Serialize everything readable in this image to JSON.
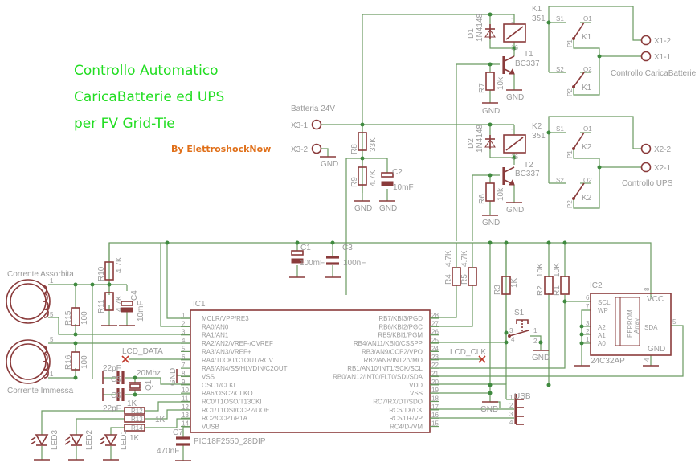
{
  "title": {
    "line1": "Controllo Automatico",
    "line2": "CaricaBatterie ed UPS",
    "line3": "per FV Grid-Tie",
    "author": "By ElettroshockNow",
    "color": "#22dd22",
    "author_color": "#e0701a"
  },
  "colors": {
    "wire": "#6a9a60",
    "part": "#8a3b3b",
    "junction": "#3f8a3f",
    "label": "#9a9a9a"
  },
  "gnd": "GND",
  "battery": {
    "label": "Batteria 24V",
    "x1": "X3-1",
    "x2": "X3-2"
  },
  "r8": {
    "name": "R8",
    "value": "33K"
  },
  "r9": {
    "name": "R9",
    "value": "4.7K"
  },
  "c2": {
    "name": "C2",
    "value": "10mF"
  },
  "relay1": {
    "name": "K1",
    "value": "351",
    "pin1": "1",
    "pin16": "16"
  },
  "d1": {
    "name": "D1",
    "value": "1N4148"
  },
  "t1": {
    "name": "T1",
    "value": "BC337"
  },
  "r7": {
    "name": "R7",
    "value": "10k"
  },
  "relay2": {
    "name": "K2",
    "value": "351",
    "pin1": "1",
    "pin16": "16"
  },
  "d2": {
    "name": "D2",
    "value": "1N4148"
  },
  "t2": {
    "name": "T2",
    "value": "BC337"
  },
  "r6": {
    "name": "R6",
    "value": "10k"
  },
  "contacts1": {
    "s1": "S1",
    "o1": "O1",
    "p1": "P1",
    "s2": "S2",
    "o2": "O2",
    "p2": "P2",
    "k": "K1",
    "x2": "X1-2",
    "x1": "X1-1",
    "label": "Controllo CaricaBatterie"
  },
  "contacts2": {
    "s1": "S1",
    "o1": "O1",
    "p1": "P1",
    "s2": "S2",
    "o2": "O2",
    "p2": "P2",
    "k": "K2",
    "x2": "X2-2",
    "x1": "X2-1",
    "label": "Controllo UPS"
  },
  "c1": {
    "name": "C1",
    "value": "100mF"
  },
  "c3": {
    "name": "C3",
    "value": "100nF"
  },
  "r4": {
    "name": "R4",
    "value": "4.7K"
  },
  "r5": {
    "name": "R5",
    "value": "4.7K"
  },
  "r3": {
    "name": "R3",
    "value": "1K"
  },
  "r2": {
    "name": "R2",
    "value": "10K"
  },
  "r1": {
    "name": "R1",
    "value": "10K"
  },
  "r10": {
    "name": "R10",
    "value": "4.7K"
  },
  "r11": {
    "name": "R11",
    "value": "4.7K"
  },
  "c4": {
    "name": "C4",
    "value": "10mF"
  },
  "r15": {
    "name": "R15",
    "value": "100"
  },
  "r16": {
    "name": "R16",
    "value": "100"
  },
  "ct1": {
    "label": "Corrente Assorbita",
    "pin1": "1",
    "pin5": "5"
  },
  "ct2": {
    "label": "Corrente Immessa",
    "pin1": "1",
    "pin5": "5"
  },
  "lcd_data": "LCD_DATA",
  "lcd_clk": "LCD_CLK",
  "crystal": {
    "name": "Q1",
    "value": "20Mhz"
  },
  "c5": {
    "name": "C5",
    "value": "22pF"
  },
  "c6": {
    "name": "C6",
    "value": "22pF"
  },
  "c7": {
    "name": "C7",
    "value": "470nF"
  },
  "r12": {
    "name": "R12",
    "value": "1K"
  },
  "r13": {
    "name": "R13",
    "value": "1K"
  },
  "r14": {
    "name": "R14",
    "value": "1K"
  },
  "leds": [
    "LED3",
    "LED2",
    "LED1"
  ],
  "s1": {
    "name": "S1",
    "pins": [
      "3",
      "4",
      "1",
      "2"
    ]
  },
  "ic1": {
    "name": "IC1",
    "part": "PIC18F2550_28DIP",
    "left_pins": [
      {
        "num": "1",
        "name": "MCLR/VPP/RE3"
      },
      {
        "num": "2",
        "name": "RA0/AN0"
      },
      {
        "num": "3",
        "name": "RA1/AN1"
      },
      {
        "num": "4",
        "name": "RA2/AN2/VREF-/CVREF"
      },
      {
        "num": "5",
        "name": "RA3/AN3/VREF+"
      },
      {
        "num": "6",
        "name": "RA4/T0CKI/C1OUT/RCV"
      },
      {
        "num": "7",
        "name": "RA5/AN4/SS/HLVDIN/C2OUT"
      },
      {
        "num": "8",
        "name": "VSS"
      },
      {
        "num": "9",
        "name": "OSC1/CLKI"
      },
      {
        "num": "10",
        "name": "RA6/OSC2/CLKO"
      },
      {
        "num": "11",
        "name": "RC0/T1OSO/T13CKI"
      },
      {
        "num": "12",
        "name": "RC1/T1OSI/CCP2/UOE"
      },
      {
        "num": "13",
        "name": "RC2/CCP1/P1A"
      },
      {
        "num": "14",
        "name": "VUSB"
      }
    ],
    "right_pins": [
      {
        "num": "28",
        "name": "RB7/KBI3/PGD"
      },
      {
        "num": "27",
        "name": "RB6/KBI2/PGC"
      },
      {
        "num": "26",
        "name": "RB5/KBI1/PGM"
      },
      {
        "num": "25",
        "name": "RB4/AN11/KBI0/CSSPP"
      },
      {
        "num": "24",
        "name": "RB3/AN9/CCP2/VPO"
      },
      {
        "num": "23",
        "name": "RB2/AN8/INT2/VMO"
      },
      {
        "num": "22",
        "name": "RB1/AN10/INT1/SCK/SCL"
      },
      {
        "num": "21",
        "name": "RB0/AN12/INT0/FLT0/SDI/SDA"
      },
      {
        "num": "20",
        "name": "VDD"
      },
      {
        "num": "19",
        "name": "VSS"
      },
      {
        "num": "18",
        "name": "RC7/RX/DT/SDO"
      },
      {
        "num": "17",
        "name": "RC6/TX/CK"
      },
      {
        "num": "16",
        "name": "RC5/D+/VP"
      },
      {
        "num": "15",
        "name": "RC4/D-/VM"
      }
    ]
  },
  "ic2": {
    "name": "IC2",
    "part": "24C32AP",
    "inner": [
      "EEPROM",
      "Array"
    ],
    "pins": [
      {
        "num": "6",
        "name": "SCL"
      },
      {
        "num": "7",
        "name": "WP"
      },
      {
        "num": "3",
        "name": "A2"
      },
      {
        "num": "2",
        "name": "A1"
      },
      {
        "num": "1",
        "name": "A0"
      },
      {
        "num": "8",
        "name": "VCC"
      },
      {
        "num": "5",
        "name": "SDA"
      },
      {
        "num": "4",
        "name": "GND"
      }
    ]
  },
  "usb": {
    "name": "USB",
    "pins": [
      "1",
      "2",
      "3",
      "4"
    ]
  }
}
